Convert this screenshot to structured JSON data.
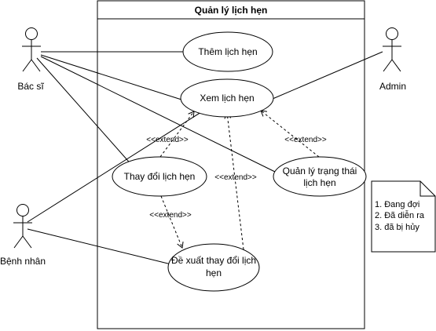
{
  "diagram": {
    "system_title": "Quản lý lịch hẹn",
    "actors": {
      "doctor": "Bác sĩ",
      "admin": "Admin",
      "patient": "Bệnh nhân"
    },
    "use_cases": {
      "add_appointment": "Thêm lịch hẹn",
      "view_appointment": "Xem lịch hẹn",
      "change_appointment": "Thay đổi lịch hẹn",
      "manage_status_line1": "Quản lý trạng thái",
      "manage_status_line2": "lịch hẹn",
      "propose_change_line1": "Đề xuất thay đổi lịch",
      "propose_change_line2": "hẹn"
    },
    "relations": {
      "extend_1": "<<extend>>",
      "extend_2": "<<extend>>",
      "extend_3": "<<extend>>",
      "extend_4": "<<extend>>"
    },
    "note": {
      "line1": "1. Đang đợi",
      "line2": "2. Đã diễn ra",
      "line3": "3. đã bị hủy"
    }
  }
}
